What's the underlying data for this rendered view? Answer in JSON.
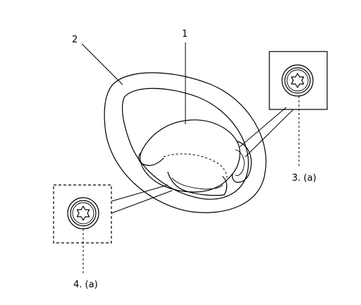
{
  "labels": {
    "part_1": "1",
    "part_2": "2",
    "part_3": "3. (a)",
    "part_4": "4. (a)"
  },
  "icons": {
    "upper_inset_fastener": "torx-bolt-icon",
    "lower_inset_fastener": "torx-bolt-icon"
  },
  "colors": {
    "ink": "#000000",
    "background": "#ffffff"
  }
}
